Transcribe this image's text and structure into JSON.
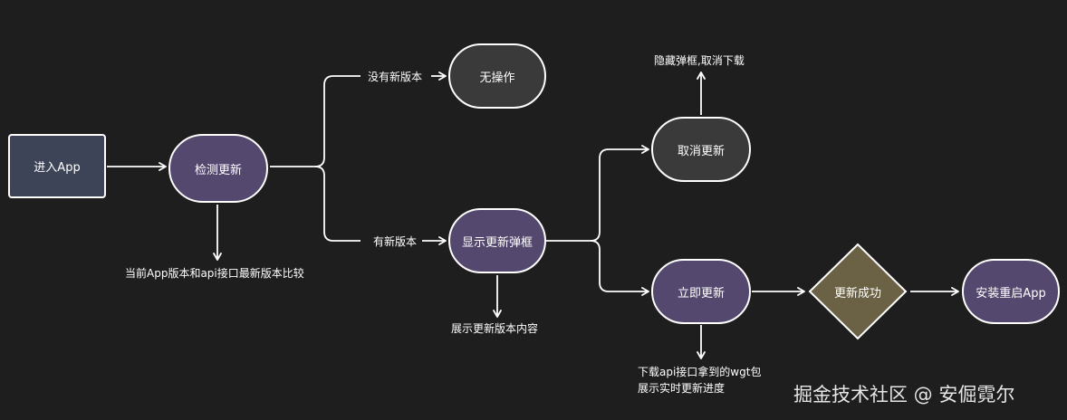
{
  "nodes": {
    "enter_app": "进入App",
    "check_update": "检测更新",
    "no_action": "无操作",
    "show_dialog": "显示更新弹框",
    "cancel_update": "取消更新",
    "update_now": "立即更新",
    "update_success": "更新成功",
    "install_restart": "安装重启App"
  },
  "labels": {
    "compare_versions": "当前App版本和api接口最新版本比较",
    "no_new_version": "没有新版本",
    "has_new_version": "有新版本",
    "show_version_content": "展示更新版本内容",
    "hide_dialog": "隐藏弹框,取消下载",
    "download_line1": "下载api接口拿到的wgt包",
    "download_line2": "展示实时更新进度"
  },
  "watermark": "掘金技术社区 @ 安倔霓尔",
  "colors": {
    "background": "#1e1e1e",
    "line": "#ffffff",
    "rect_fill": "#3d4457",
    "pill_purple": "#55486f",
    "pill_dark": "#3a3a3a",
    "diamond_fill": "#6b6245"
  }
}
